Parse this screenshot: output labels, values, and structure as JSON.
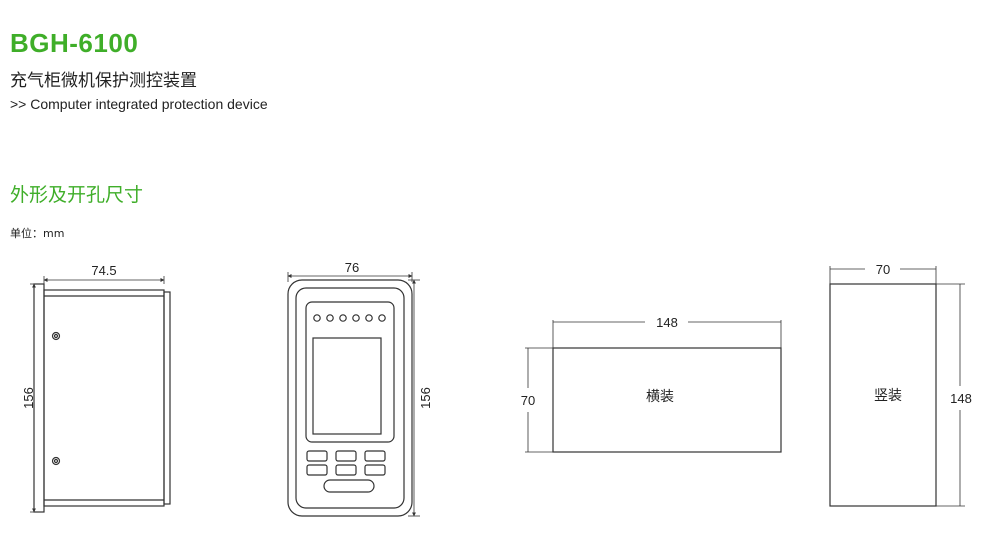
{
  "header": {
    "model": "BGH-6100",
    "title_cn": "充气柜微机保护测控装置",
    "title_en": ">> Computer integrated protection device"
  },
  "section": {
    "title": "外形及开孔尺寸",
    "unit": "单位：mm"
  },
  "side_view": {
    "width_label": "74.5",
    "height_label": "156"
  },
  "front_view": {
    "width_label": "76",
    "height_label": "156",
    "led_count": 6,
    "button_count": 6
  },
  "cutout_horizontal": {
    "width_label": "148",
    "height_label": "70",
    "label": "横装"
  },
  "cutout_vertical": {
    "width_label": "70",
    "height_label": "148",
    "label": "竖装"
  },
  "colors": {
    "accent": "#3fae29",
    "line": "#333333"
  }
}
